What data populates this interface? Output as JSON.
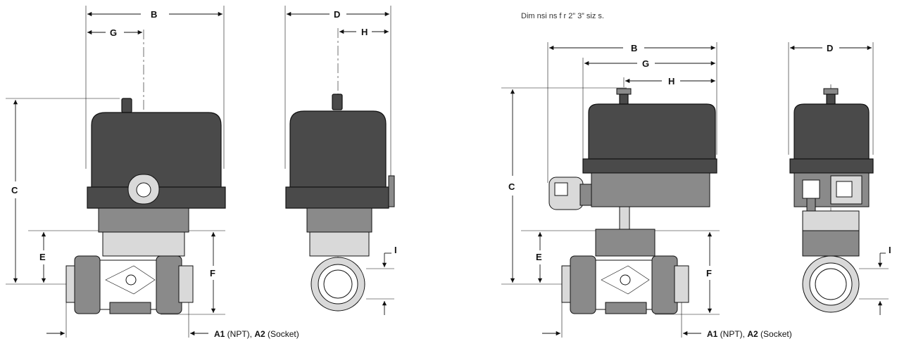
{
  "caption": "Dim  nsi  ns f  r 2”   3” siz  s.",
  "labels": {
    "A1": "A1",
    "A2": "A2",
    "B": "B",
    "C": "C",
    "D": "D",
    "E": "E",
    "F": "F",
    "G": "G",
    "H": "H",
    "I": "I"
  },
  "callout": {
    "a1": "A1",
    "npt": " (NPT), ",
    "a2": "A2",
    "socket": " (Socket)"
  },
  "colors": {
    "housing": "#4a4a4a",
    "valve": "#8a8a8a",
    "line": "#111111"
  }
}
